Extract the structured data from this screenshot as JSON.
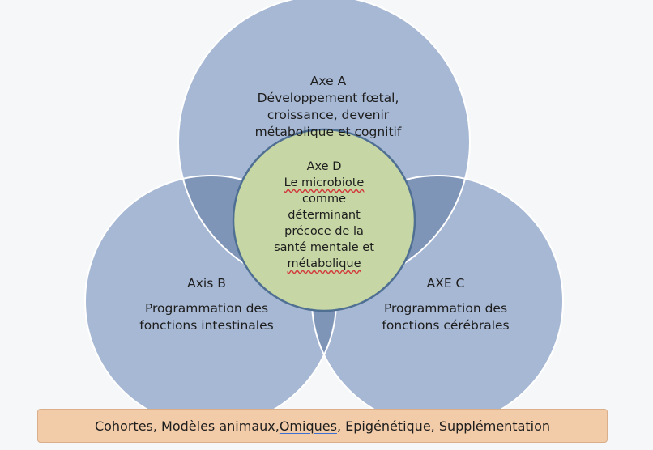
{
  "axis_a": {
    "name": "Axe A",
    "lines": [
      "Développement fœtal,",
      "croissance, devenir",
      "métabolique et cognitif"
    ]
  },
  "axis_b": {
    "name": "Axis B",
    "lines": [
      "Programmation des",
      "fonctions intestinales"
    ]
  },
  "axis_c": {
    "name": "AXE C",
    "lines": [
      "Programmation des",
      "fonctions cérébrales"
    ]
  },
  "axis_d": {
    "name": "Axe D",
    "lines": [
      "Le microbiote",
      "comme",
      "déterminant",
      "précoce de la",
      "santé mentale et",
      "métabolique"
    ]
  },
  "footer": {
    "part1": "Cohortes, Modèles animaux, ",
    "part2": "Omiques",
    "part3": ", Epigénétique, Supplémentation"
  },
  "colors": {
    "circle_fill": "#a7b8d4",
    "circle_stroke": "#ffffff",
    "overlap_fill": "#7f95b8",
    "center_fill": "#c6d6a4",
    "center_stroke": "#4f6f93",
    "footer_fill": "#f2cba8"
  }
}
